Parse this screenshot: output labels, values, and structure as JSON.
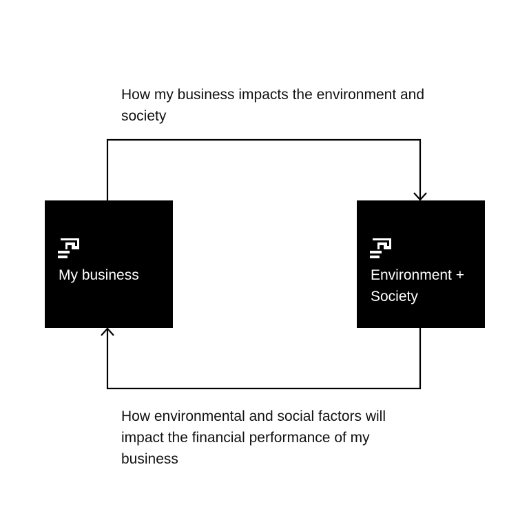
{
  "captions": {
    "top": "How my business impacts the environment and society",
    "bottom": "How environmental and social factors will impact the financial performance of my business"
  },
  "nodes": {
    "left": {
      "label": "My business",
      "icon": "brand-logo-icon"
    },
    "right": {
      "label": "Environment + Society",
      "icon": "brand-logo-icon"
    }
  },
  "colors": {
    "node_fill": "#000000",
    "node_text": "#ffffff",
    "line": "#000000",
    "background": "#ffffff"
  }
}
